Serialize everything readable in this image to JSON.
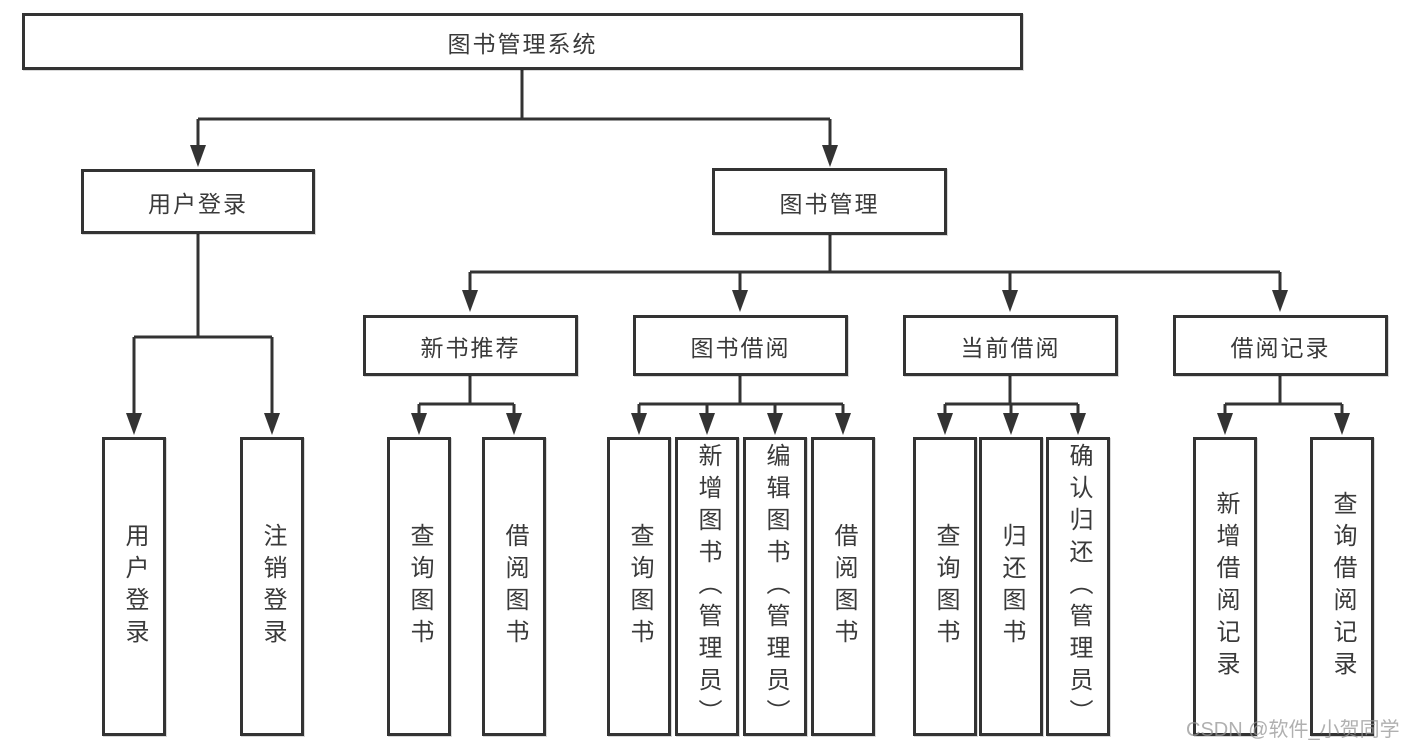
{
  "diagram": {
    "root": {
      "label": "图书管理系统"
    },
    "branches": [
      {
        "label": "用户登录",
        "children": [
          {
            "label": "用户登录"
          },
          {
            "label": "注销登录"
          }
        ]
      },
      {
        "label": "图书管理",
        "children": [
          {
            "label": "新书推荐",
            "children": [
              {
                "label": "查询图书"
              },
              {
                "label": "借阅图书"
              }
            ]
          },
          {
            "label": "图书借阅",
            "children": [
              {
                "label": "查询图书"
              },
              {
                "label": "新增图书（管理员）"
              },
              {
                "label": "编辑图书（管理员）"
              },
              {
                "label": "借阅图书"
              }
            ]
          },
          {
            "label": "当前借阅",
            "children": [
              {
                "label": "查询图书"
              },
              {
                "label": "归还图书"
              },
              {
                "label": "确认归还（管理员）"
              }
            ]
          },
          {
            "label": "借阅记录",
            "children": [
              {
                "label": "新增借阅记录"
              },
              {
                "label": "查询借阅记录"
              }
            ]
          }
        ]
      }
    ]
  },
  "watermark": {
    "text": "CSDN @软件_小贺同学"
  },
  "colors": {
    "line": "#333333",
    "text": "#3a3a3a",
    "box_background": "#ffffff",
    "watermark": "#969696"
  }
}
